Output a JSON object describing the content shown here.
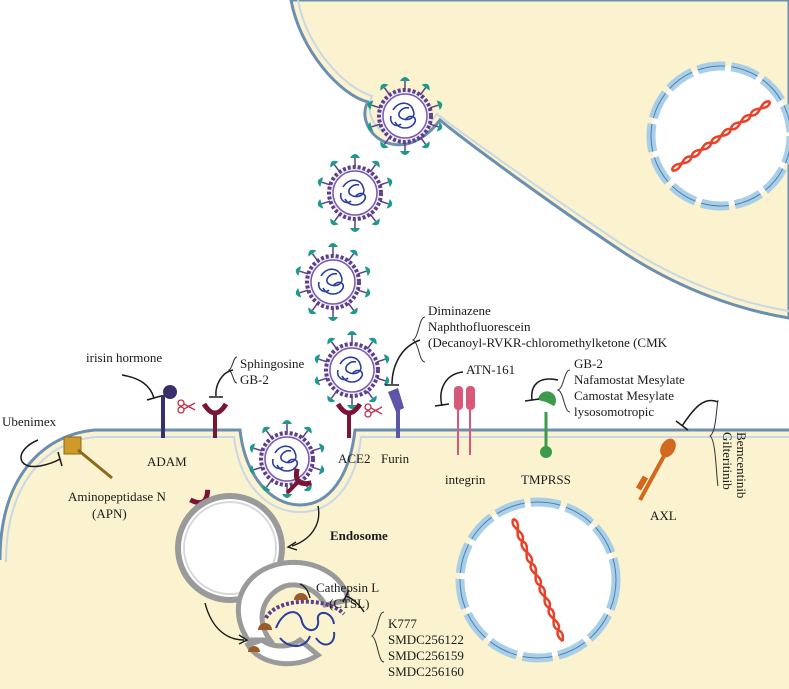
{
  "colors": {
    "cytoplasm": "#fbf3cf",
    "membrane_outer": "#6b8fb0",
    "membrane_inner": "#c9d8e6",
    "nucleus_segment": "#a9cfe8",
    "nucleus_edge": "#4d7fae",
    "virus_body": "#f2eef6",
    "virus_ring": "#5a3f8a",
    "virus_spike": "#1f9a8a",
    "virus_rna": "#2a3e9c",
    "receptor_red": "#7a1535",
    "adam_purple": "#3a2f6a",
    "furin_purple": "#5c55a8",
    "integrin_pink": "#d8587a",
    "tmprss_green": "#3c9a4a",
    "axl_orange": "#d2691e",
    "apn_gold": "#d09a2a",
    "dna_red": "#e8432a",
    "vesicle_grey": "#9a9a9a"
  },
  "labels": {
    "irisin": "irisin hormone",
    "sphingosine": "Sphingosine",
    "gb2_a": "GB-2",
    "ubenimex": "Ubenimex",
    "adam": "ADAM",
    "apn_line1": "Aminopeptidase N",
    "apn_line2": "(APN)",
    "ace2": "ACE2",
    "furin": "Furin",
    "diminazene": "Diminazene",
    "naphtho": "Naphthofluorescein",
    "decanoyl": "(Decanoyl-RVKR-chloromethylketone (CMK",
    "atn": "ATN-161",
    "integrin": "integrin",
    "gb2_b": "GB-2",
    "nafamostat": "Nafamostat Mesylate",
    "camostat": "Camostat Mesylate",
    "lysosomotropic": "lysosomotropic",
    "tmprss": "TMPRSS",
    "gilteritinib": "Gilteritinib",
    "bemcentinib": "Bemcentinib",
    "axl": "AXL",
    "endosome": "Endosome",
    "cathepsin_line1": "Cathepsin L",
    "cathepsin_line2": "(CTSL)",
    "k777": "K777",
    "smdc1": "SMDC256122",
    "smdc2": "SMDC256159",
    "smdc3": "SMDC256160"
  }
}
